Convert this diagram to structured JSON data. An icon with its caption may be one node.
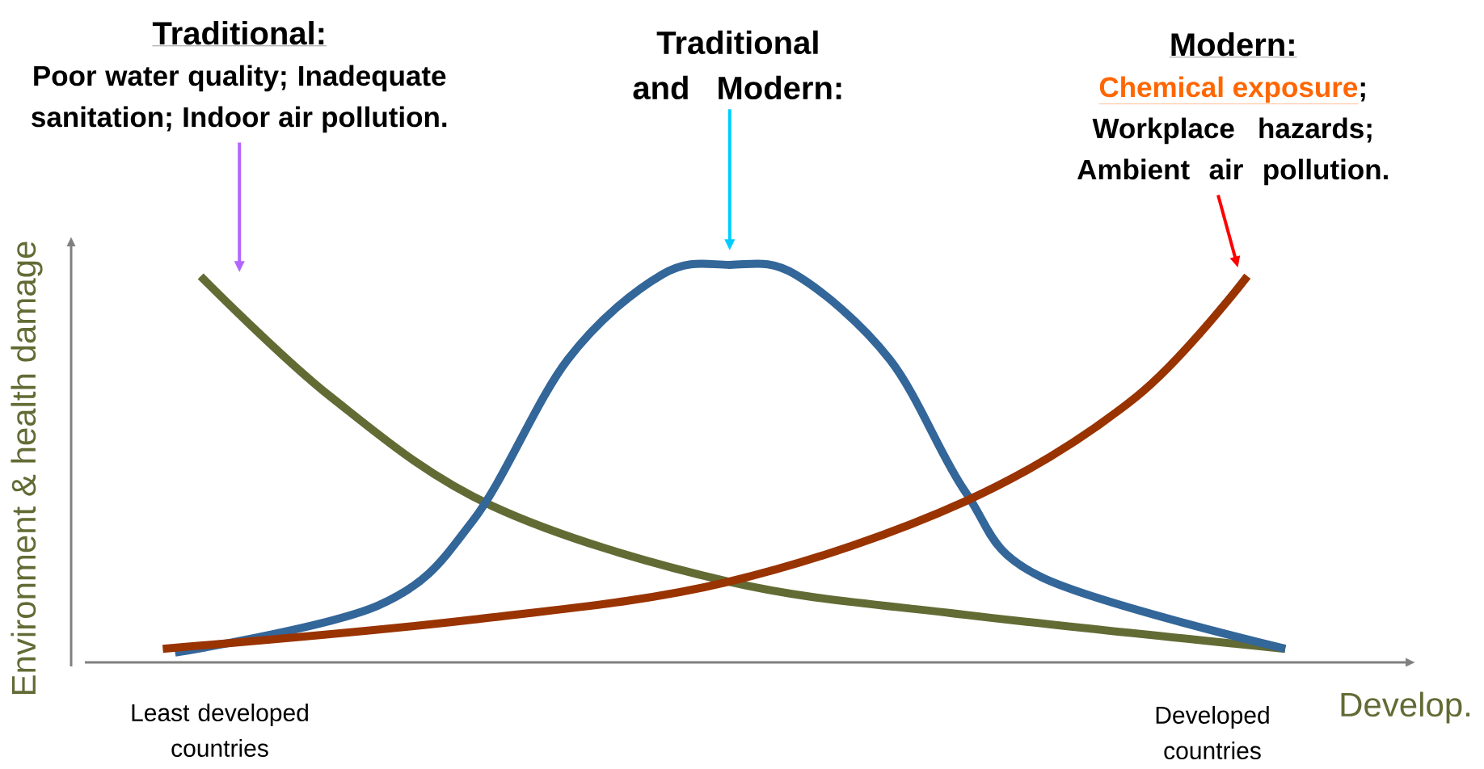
{
  "diagram": {
    "nodes": [
      {
        "text": [
          "Traditional:",
          "Poor water quality; Inadequate sanitation; Indoor air pollution."
        ]
      },
      {
        "text": [
          "Traditional and Modern:"
        ]
      },
      {
        "text": [
          "Modern:",
          "Chemical exposure",
          "; Workplace hazards; Ambient air pollution."
        ]
      }
    ],
    "edges": [
      {
        "from": 0,
        "to": null,
        "arrow": "to",
        "color": "#b266ff"
      },
      {
        "from": 1,
        "to": null,
        "arrow": "to",
        "color": "#00ccff"
      },
      {
        "from": 2,
        "to": null,
        "arrow": "to",
        "color": "#ff0000"
      }
    ],
    "labels": [
      "Environment & health damage",
      "Develop.",
      "Least developed countries",
      "Developed countries"
    ]
  }
}
